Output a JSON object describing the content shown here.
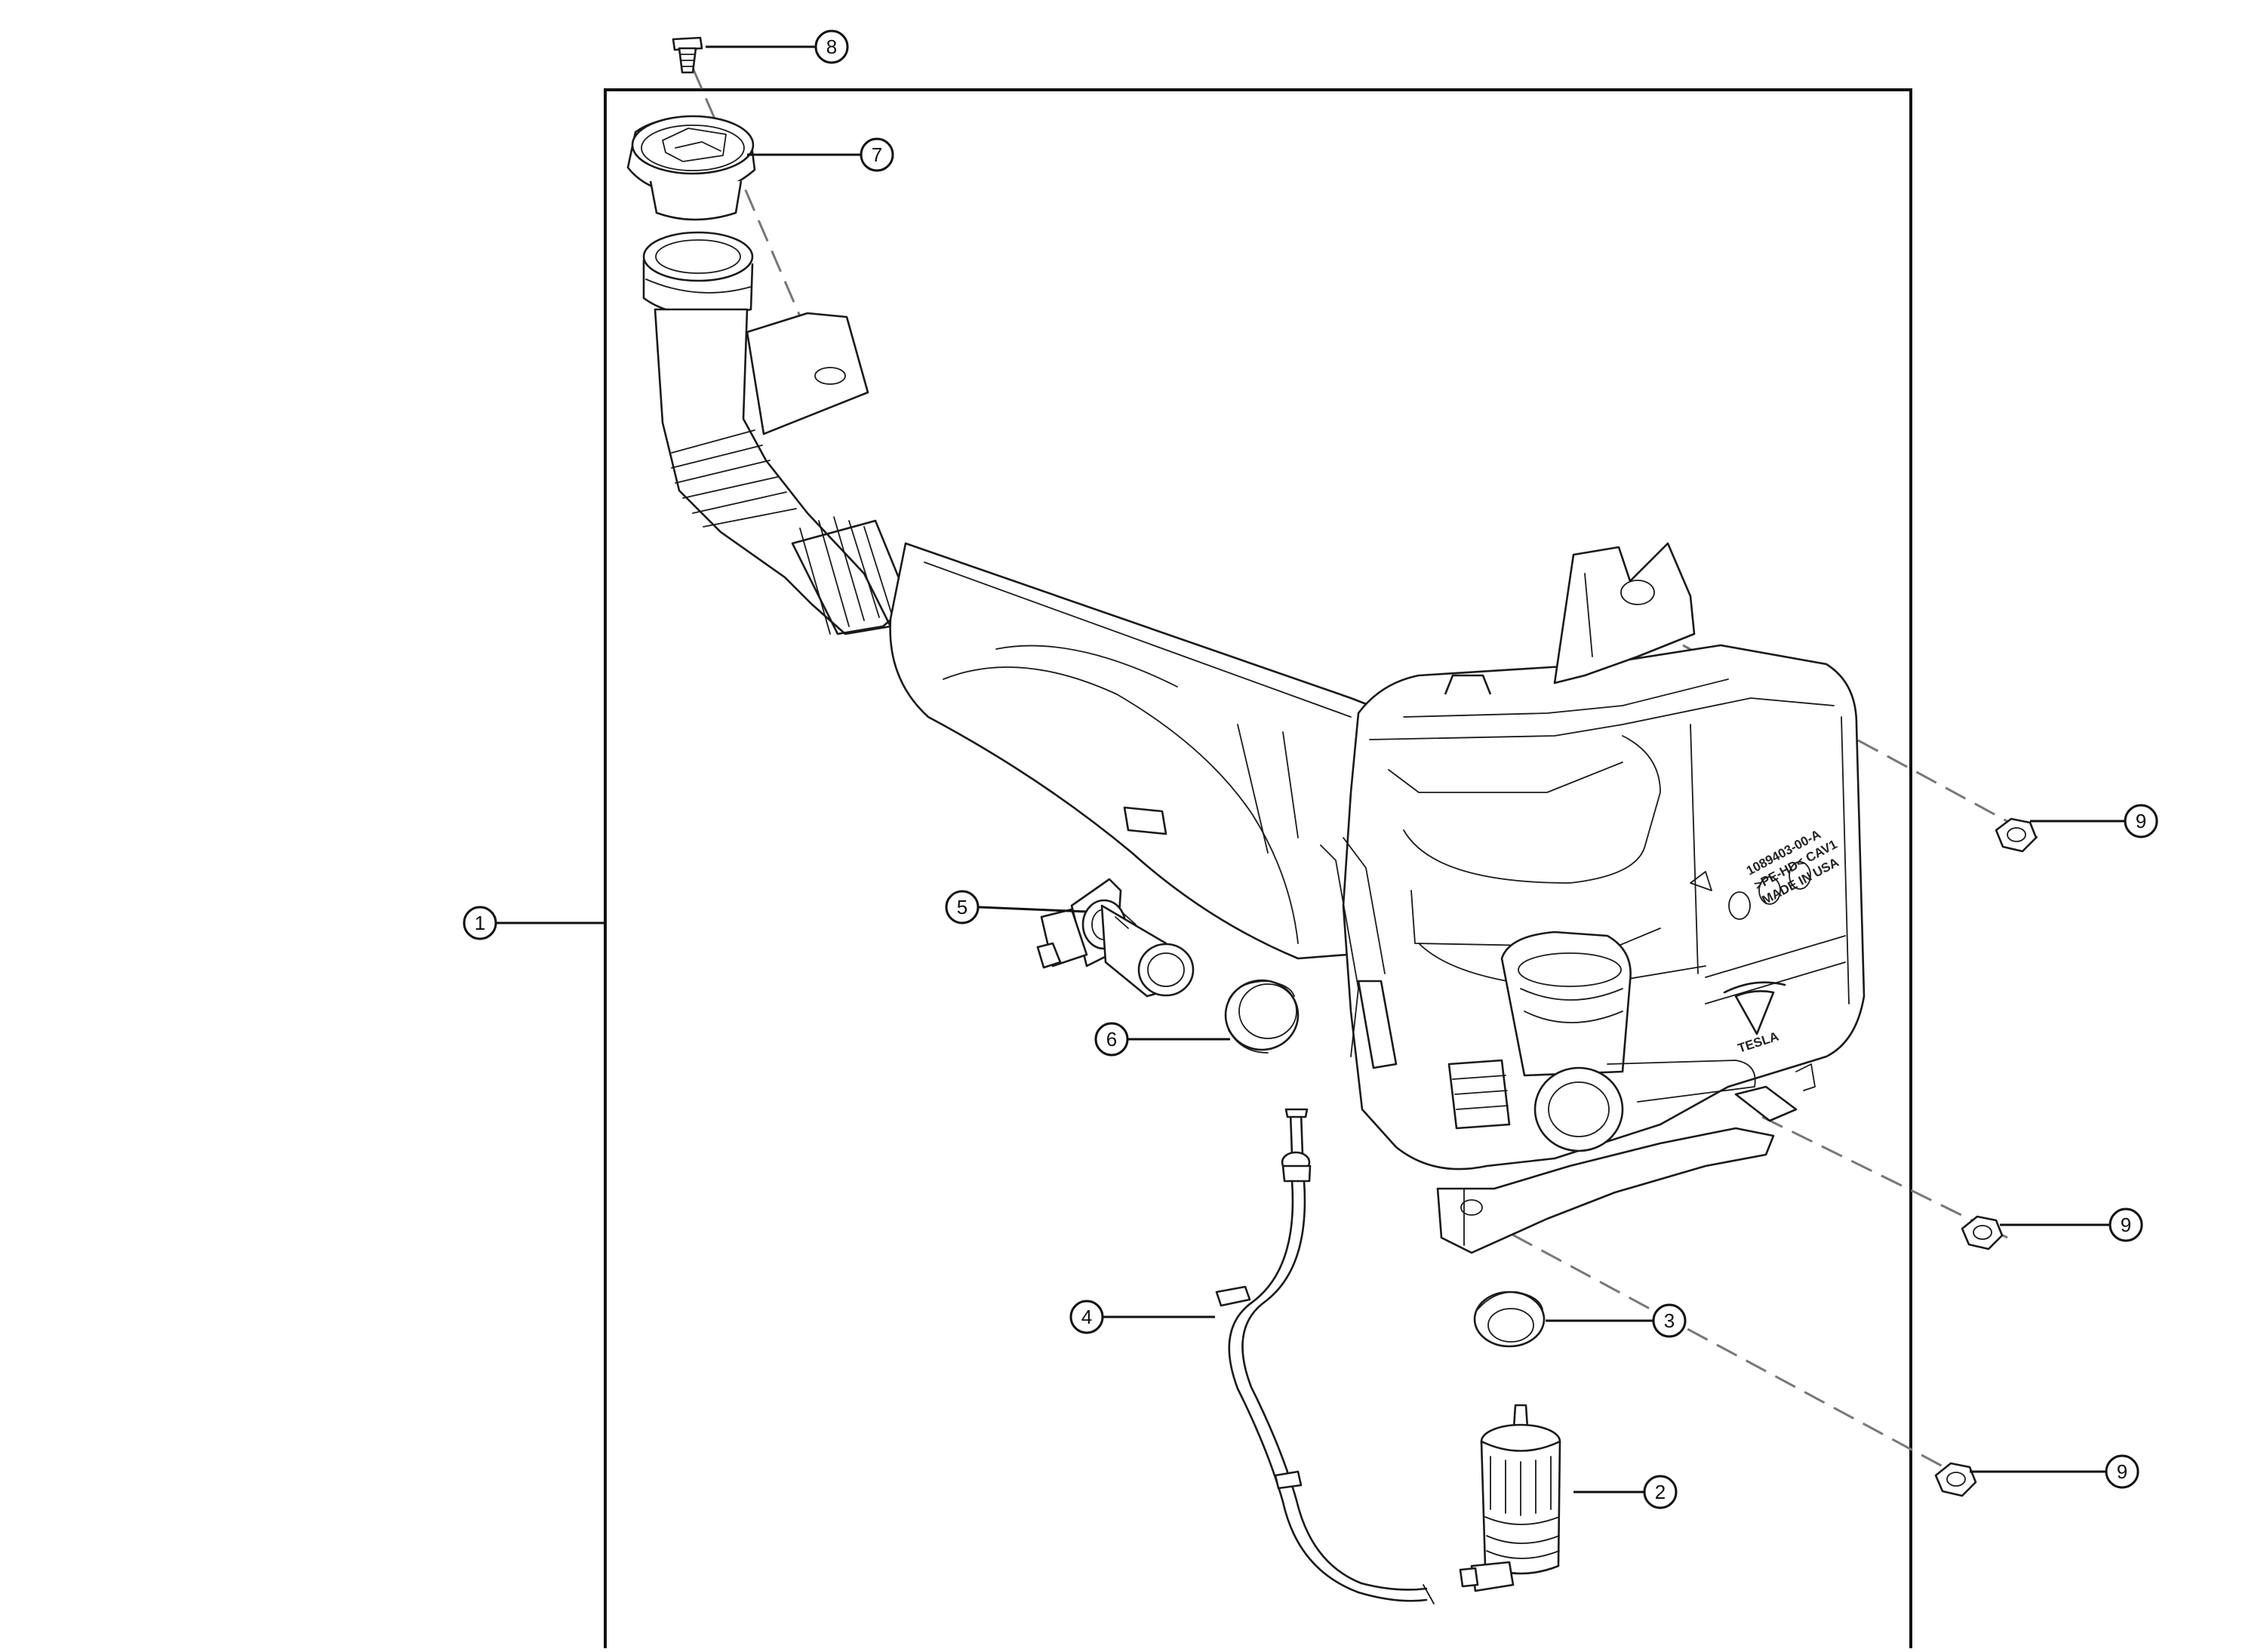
{
  "callouts": [
    {
      "id": "1",
      "label": "1"
    },
    {
      "id": "2",
      "label": "2"
    },
    {
      "id": "3",
      "label": "3"
    },
    {
      "id": "4",
      "label": "4"
    },
    {
      "id": "5",
      "label": "5"
    },
    {
      "id": "6",
      "label": "6"
    },
    {
      "id": "7",
      "label": "7"
    },
    {
      "id": "8",
      "label": "8"
    },
    {
      "id": "9a",
      "label": "9"
    },
    {
      "id": "9b",
      "label": "9"
    },
    {
      "id": "9c",
      "label": "9"
    }
  ],
  "reservoir_markings": {
    "line1": "1089403-00-A",
    "line2": ">PE-HD< CAV1",
    "line3": "MADE IN USA",
    "brand": "TESLA"
  }
}
